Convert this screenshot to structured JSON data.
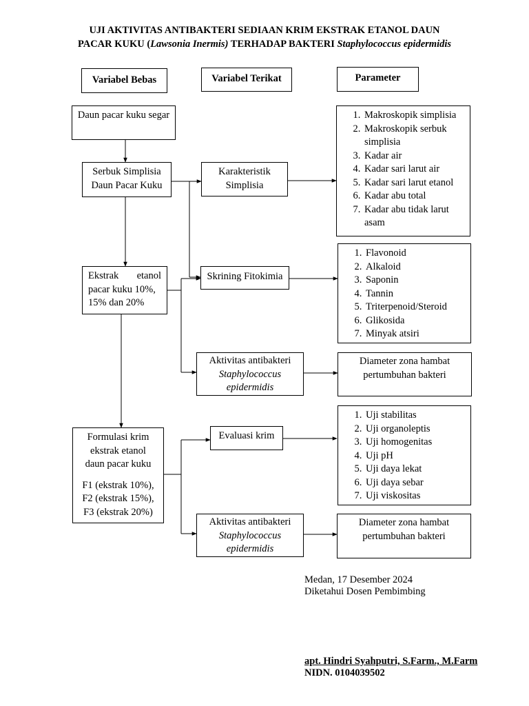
{
  "title": {
    "line1": "UJI AKTIVITAS ANTIBAKTERI SEDIAAN KRIM EKSTRAK ETANOL DAUN",
    "line2_a": "PACAR KUKU (",
    "line2_b": "Lawsonia Inermis)",
    "line2_c": " TERHADAP BAKTERI ",
    "line2_d": "Staphylococcus epidermidis"
  },
  "headers": {
    "variabel_bebas": "Variabel Bebas",
    "variabel_terikat": "Variabel Terikat",
    "parameter": "Parameter"
  },
  "variabel_bebas": {
    "daun": "Daun pacar kuku segar",
    "serbuk_1": "Serbuk Simplisia",
    "serbuk_2": "Daun Pacar Kuku",
    "ekstrak_1a": "Ekstrak",
    "ekstrak_1b": "etanol",
    "ekstrak_2": "pacar kuku 10%,",
    "ekstrak_3": "15% dan 20%",
    "formulasi_1": "Formulasi krim",
    "formulasi_2": "ekstrak etanol",
    "formulasi_3": "daun pacar kuku",
    "f1": "F1 (ekstrak 10%),",
    "f2": "F2 (ekstrak 15%),",
    "f3": "F3 (ekstrak 20%)"
  },
  "variabel_terikat": {
    "karakteristik_1": "Karakteristik",
    "karakteristik_2": "Simplisia",
    "skrining": "Skrining Fitokimia",
    "aktivitas_1_a": "Aktivitas antibakteri",
    "aktivitas_1_b": "Staphylococcus",
    "aktivitas_1_c": "epidermidis",
    "evaluasi": "Evaluasi krim",
    "aktivitas_2_a": "Aktivitas antibakteri",
    "aktivitas_2_b": "Staphylococcus",
    "aktivitas_2_c": "epidermidis"
  },
  "parameter": {
    "karakteristik": [
      "Makroskopik simplisia",
      "Makroskopik serbuk simplisia",
      "Kadar air",
      "Kadar sari larut air",
      "Kadar sari larut etanol",
      "Kadar abu total",
      "Kadar abu tidak larut asam"
    ],
    "skrining": [
      "Flavonoid",
      "Alkaloid",
      "Saponin",
      "Tannin",
      "Triterpenoid/Steroid",
      "Glikosida",
      "Minyak atsiri"
    ],
    "aktivitas_1": "Diameter zona hambat pertumbuhan bakteri",
    "evaluasi": [
      "Uji stabilitas",
      "Uji organoleptis",
      "Uji homogenitas",
      "Uji pH",
      "Uji daya lekat",
      "Uji daya sebar",
      "Uji viskositas"
    ],
    "aktivitas_2": "Diameter zona hambat pertumbuhan bakteri"
  },
  "footer": {
    "place_date": "Medan, 17 Desember 2024",
    "known_by": "Diketahui Dosen Pembimbing",
    "signatory": "apt. Hindri Syahputri, S.Farm., M.Farm",
    "nidn": "NIDN. 0104039502"
  },
  "colors": {
    "line": "#000000",
    "background": "#ffffff"
  }
}
